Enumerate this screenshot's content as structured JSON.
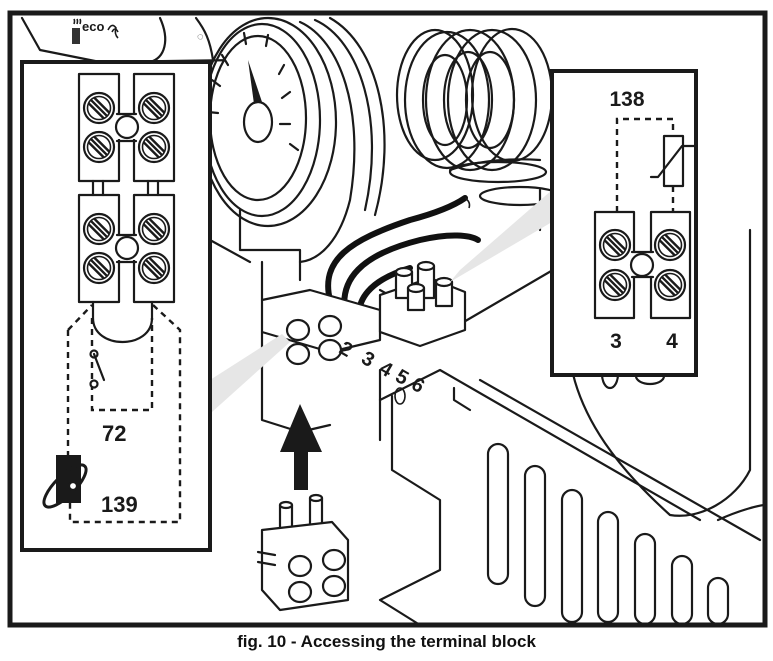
{
  "figure": {
    "caption": "fig. 10 - Accessing the terminal block",
    "panel_label": "eco",
    "left_inset": {
      "title_switch": "72",
      "title_sensor": "139"
    },
    "right_inset": {
      "title": "138",
      "terminal_left": "3",
      "terminal_right": "4"
    },
    "terminal_numbers": [
      "2",
      "3",
      "4",
      "5",
      "6"
    ],
    "colors": {
      "line": "#1a1a1a",
      "background": "#ffffff",
      "callout_beam": "#e6e6e6"
    }
  }
}
